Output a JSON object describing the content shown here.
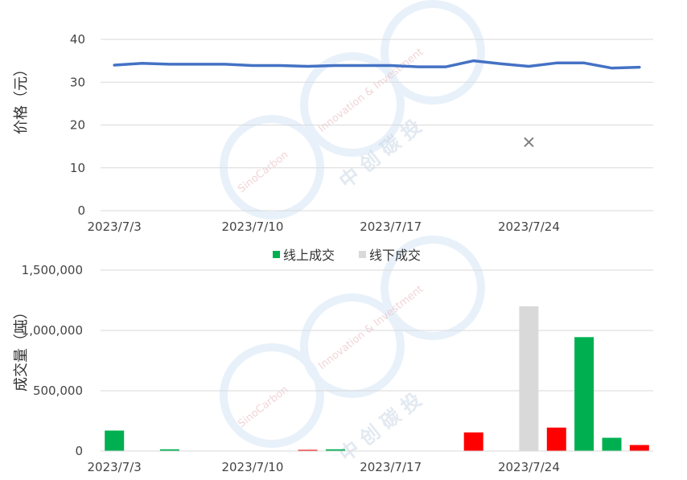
{
  "watermark": {
    "brand": "SinoCarbon",
    "slogan": "Innovation & Investment",
    "cn": "中 创 碳 投"
  },
  "chart_data": [
    {
      "type": "line",
      "ylabel": "价格（元）",
      "ylim": [
        0,
        40
      ],
      "yticks": [
        "0",
        "10",
        "20",
        "30",
        "40"
      ],
      "xtick_labels": [
        "2023/7/3",
        "2023/7/10",
        "2023/7/17",
        "2023/7/24"
      ],
      "grid": true,
      "x": [
        "2023/7/3",
        "2023/7/4",
        "2023/7/5",
        "2023/7/6",
        "2023/7/7",
        "2023/7/10",
        "2023/7/11",
        "2023/7/12",
        "2023/7/13",
        "2023/7/14",
        "2023/7/17",
        "2023/7/18",
        "2023/7/19",
        "2023/7/20",
        "2023/7/21",
        "2023/7/24",
        "2023/7/25",
        "2023/7/26",
        "2023/7/27",
        "2023/7/28"
      ],
      "series": [
        {
          "color": "#4472c4",
          "values": [
            34.0,
            34.4,
            34.2,
            34.2,
            34.2,
            33.9,
            33.9,
            33.7,
            33.9,
            33.9,
            33.9,
            33.6,
            33.6,
            35.0,
            34.3,
            33.7,
            34.5,
            34.5,
            33.3,
            33.5
          ]
        },
        {
          "marker": "x",
          "color": "#7f7f7f",
          "points": [
            {
              "x": "2023/7/24",
              "y": 16.0
            }
          ]
        }
      ]
    },
    {
      "type": "bar",
      "ylabel": "成交量（吨）",
      "ylim": [
        0,
        1500000
      ],
      "yticks": [
        "0",
        "500,000",
        "1,000,000",
        "1,500,000"
      ],
      "xtick_labels": [
        "2023/7/3",
        "2023/7/10",
        "2023/7/17",
        "2023/7/24"
      ],
      "legend_position": "top",
      "grid": true,
      "categories": [
        "2023/7/3",
        "2023/7/4",
        "2023/7/5",
        "2023/7/6",
        "2023/7/7",
        "2023/7/10",
        "2023/7/11",
        "2023/7/12",
        "2023/7/13",
        "2023/7/14",
        "2023/7/17",
        "2023/7/18",
        "2023/7/19",
        "2023/7/20",
        "2023/7/21",
        "2023/7/24",
        "2023/7/25",
        "2023/7/26",
        "2023/7/27",
        "2023/7/28"
      ],
      "series": [
        {
          "name": "线上成交",
          "color": "#00b050",
          "values": [
            170000,
            0,
            15000,
            0,
            0,
            0,
            0,
            10000,
            15000,
            0,
            0,
            0,
            0,
            155000,
            0,
            0,
            195000,
            945000,
            110000,
            50000
          ],
          "bar_colors": [
            "#00b050",
            "#00b050",
            "#00b050",
            "#00b050",
            "#00b050",
            "#00b050",
            "#00b050",
            "#ff0000",
            "#00b050",
            "#00b050",
            "#00b050",
            "#00b050",
            "#00b050",
            "#ff0000",
            "#00b050",
            "#00b050",
            "#ff0000",
            "#00b050",
            "#00b050",
            "#ff0000"
          ]
        },
        {
          "name": "线下成交",
          "color": "#d9d9d9",
          "values": [
            0,
            0,
            0,
            0,
            0,
            0,
            0,
            0,
            0,
            0,
            0,
            0,
            0,
            0,
            0,
            1200000,
            0,
            0,
            0,
            0
          ]
        }
      ]
    }
  ]
}
